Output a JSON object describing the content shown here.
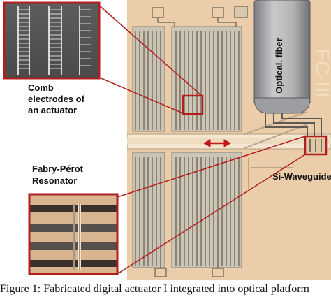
{
  "figure": {
    "labels": {
      "comb_line1": "Comb",
      "comb_line2": "electrodes of",
      "comb_line3": "an actuator",
      "fabry_line1": "Fabry-Pérot",
      "fabry_line2": "Resonator",
      "optical_fiber": "Optical. fiber",
      "si_waveguide": "Si-Waveguide"
    },
    "colors": {
      "highlight_box": "#b01e1e",
      "arrow": "#c01818",
      "chip_background": "#e9c9a1",
      "electrode": "#c7c1b4",
      "fiber": "#a7a8aa"
    }
  },
  "caption": {
    "text": "Figure 1: Fabricated digital actuator I integrated into optical platform"
  }
}
